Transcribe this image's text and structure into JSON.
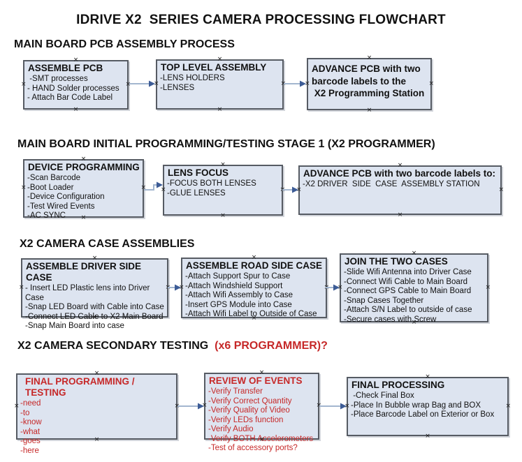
{
  "title": "IDRIVE X2  SERIES CAMERA PROCESSING FLOWCHART",
  "colors": {
    "box_fill": "#dde4f0",
    "box_border": "#565b63",
    "arrow_line": "#a3b6cf",
    "arrow_head": "#3d5c96",
    "red_text": "#c62828",
    "black_text": "#111111"
  },
  "icons": {
    "connection_point_glyph": "×"
  },
  "sections": [
    {
      "heading": "MAIN BOARD PCB ASSEMBLY PROCESS",
      "heading_red": "",
      "boxes": [
        {
          "title": "ASSEMBLE PCB",
          "items": [
            " -SMT processes",
            "- HAND Solder processes",
            "- Attach Bar Code Label"
          ]
        },
        {
          "title": "TOP LEVEL ASSEMBLY",
          "items": [
            "-LENS HOLDERS",
            "-LENSES"
          ]
        },
        {
          "title": "ADVANCE PCB with two\nbarcode labels to the\n X2 Programming Station",
          "items": []
        }
      ]
    },
    {
      "heading": "MAIN BOARD INITIAL PROGRAMMING/TESTING STAGE 1 (X2 PROGRAMMER)",
      "heading_red": "",
      "boxes": [
        {
          "title": "DEVICE PROGRAMMING",
          "items": [
            "-Scan Barcode",
            "-Boot Loader",
            "-Device Configuration",
            "-Test Wired Events",
            "-AC SYNC"
          ]
        },
        {
          "title": "LENS FOCUS",
          "items": [
            "-FOCUS BOTH LENSES",
            "-GLUE LENSES"
          ]
        },
        {
          "title": "ADVANCE PCB with two barcode labels to:",
          "items": [
            "-X2 DRIVER  SIDE  CASE  ASSEMBLY STATION"
          ]
        }
      ]
    },
    {
      "heading": "X2 CAMERA CASE ASSEMBLIES",
      "heading_red": "",
      "boxes": [
        {
          "title": "ASSEMBLE DRIVER SIDE CASE",
          "items": [
            "- Insert LED Plastic lens into Driver Case",
            "-Snap LED Board with Cable into Case",
            "-Connect LED Cable to X2 Main Board",
            "-Snap Main Board into case"
          ]
        },
        {
          "title": "ASSEMBLE ROAD SIDE CASE",
          "items": [
            "-Attach Support Spur to Case",
            "-Attach Windshield Support",
            "-Attach Wifi Assembly to Case",
            "-Insert GPS Module into Case",
            "-Attach Wifi Label to Outside of Case"
          ]
        },
        {
          "title": "JOIN THE TWO CASES",
          "items": [
            "-Slide Wifi Antenna into Driver Case",
            "-Connect Wifi Cable to Main Board",
            "-Connect GPS Cable to Main Board",
            "-Snap Cases Together",
            "-Attach S/N Label to outside of case",
            "-Secure cases with Screw"
          ]
        }
      ]
    },
    {
      "heading": "X2 CAMERA SECONDARY TESTING ",
      "heading_red": " (x6 PROGRAMMER)?",
      "boxes": [
        {
          "title": "FINAL PROGRAMMING / TESTING",
          "items": [
            "-need",
            "-to",
            "-know",
            "-what",
            "-goes",
            "-here"
          ]
        },
        {
          "title": "REVIEW OF EVENTS",
          "items": [
            "-Verify Transfer",
            "-Verify Correct Quantity",
            "-Verify Quality of Video",
            "-Verify LEDs function",
            "-Verify Audio",
            "-Verify BOTH Accelerometers",
            "-Test of accessory ports?"
          ]
        },
        {
          "title": "FINAL PROCESSING",
          "items": [
            " -Check Final Box",
            "-Place In Bubble wrap Bag and BOX",
            "-Place Barcode Label on Exterior or Box"
          ]
        }
      ]
    }
  ]
}
